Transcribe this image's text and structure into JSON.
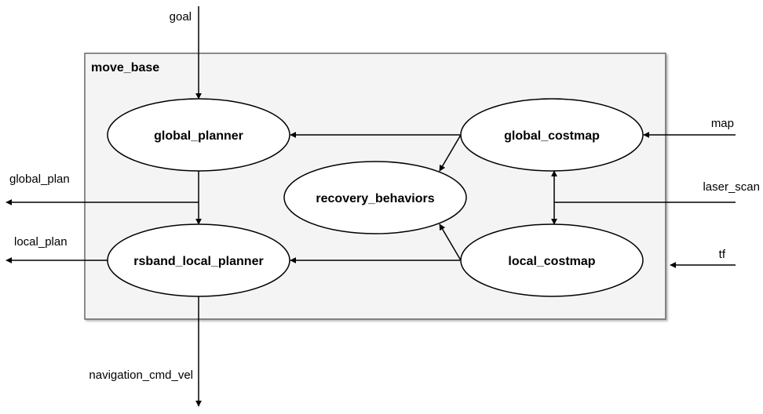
{
  "container": {
    "title": "move_base"
  },
  "nodes": {
    "global_planner": "global_planner",
    "global_costmap": "global_costmap",
    "recovery_behaviors": "recovery_behaviors",
    "rsband_local_planner": "rsband_local_planner",
    "local_costmap": "local_costmap"
  },
  "edge_labels": {
    "goal": "goal",
    "global_plan": "global_plan",
    "local_plan": "local_plan",
    "map": "map",
    "laser_scan": "laser_scan",
    "tf": "tf",
    "navigation_cmd_vel": "navigation_cmd_vel"
  }
}
